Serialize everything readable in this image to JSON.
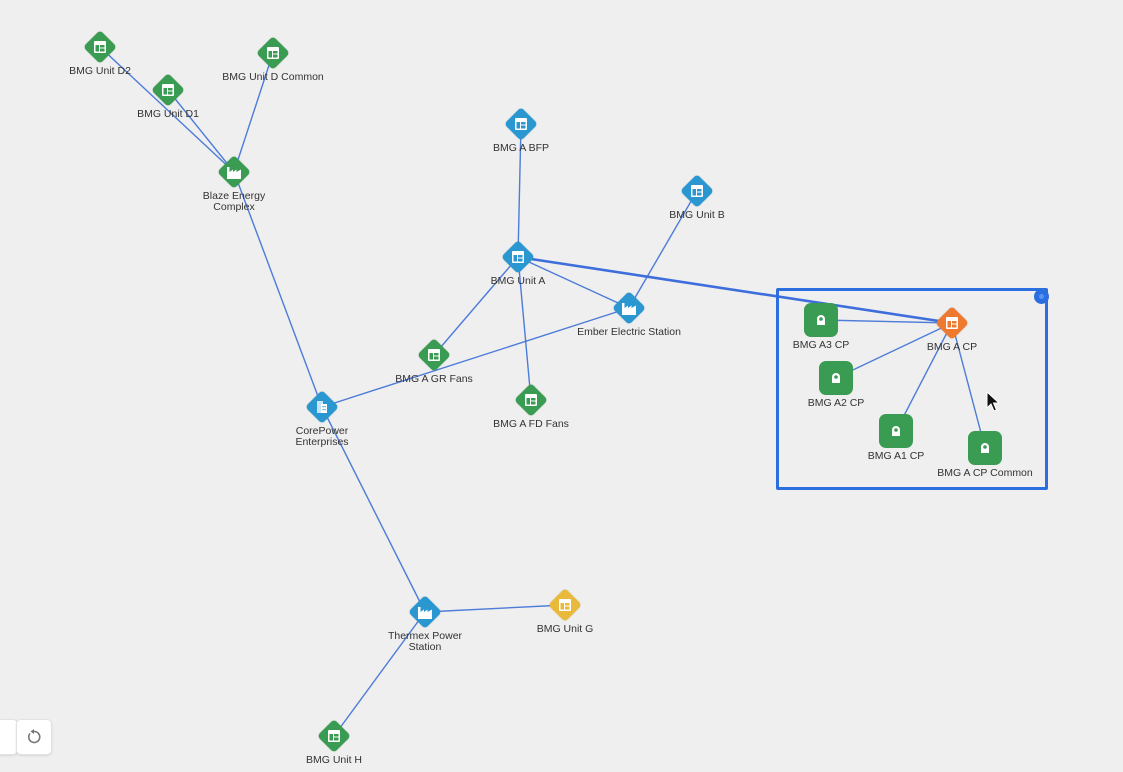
{
  "colors": {
    "green": "#3a9b52",
    "blue": "#2b97d1",
    "orange": "#ee7a2f",
    "yellow": "#e8b93a",
    "edge": "#3b6fd6",
    "edge_highlight": "#2a5fd8",
    "selection": "#2a6ee0"
  },
  "nodes": [
    {
      "id": "d2",
      "label": "BMG Unit D2",
      "shape": "diamond",
      "color": "green",
      "icon": "unit-icon"
    },
    {
      "id": "d1",
      "label": "BMG Unit D1",
      "shape": "diamond",
      "color": "green",
      "icon": "unit-icon"
    },
    {
      "id": "dcommon",
      "label": "BMG Unit D Common",
      "shape": "diamond",
      "color": "green",
      "icon": "unit-icon"
    },
    {
      "id": "blaze",
      "label": "Blaze Energy\nComplex",
      "shape": "diamond",
      "color": "green",
      "icon": "factory-icon"
    },
    {
      "id": "abfp",
      "label": "BMG A BFP",
      "shape": "diamond",
      "color": "blue",
      "icon": "unit-icon"
    },
    {
      "id": "unitb",
      "label": "BMG Unit B",
      "shape": "diamond",
      "color": "blue",
      "icon": "unit-icon"
    },
    {
      "id": "unita",
      "label": "BMG Unit A",
      "shape": "diamond",
      "color": "blue",
      "icon": "unit-icon"
    },
    {
      "id": "ember",
      "label": "Ember Electric Station",
      "shape": "diamond",
      "color": "blue",
      "icon": "factory-icon"
    },
    {
      "id": "grfans",
      "label": "BMG A GR Fans",
      "shape": "diamond",
      "color": "green",
      "icon": "unit-icon"
    },
    {
      "id": "fdfans",
      "label": "BMG A FD Fans",
      "shape": "diamond",
      "color": "green",
      "icon": "unit-icon"
    },
    {
      "id": "corepower",
      "label": "CorePower\nEnterprises",
      "shape": "diamond",
      "color": "blue",
      "icon": "building-icon"
    },
    {
      "id": "acp",
      "label": "BMG A CP",
      "shape": "diamond",
      "color": "orange",
      "icon": "unit-icon"
    },
    {
      "id": "a3cp",
      "label": "BMG A3 CP",
      "shape": "square",
      "color": "green",
      "icon": "pump-icon"
    },
    {
      "id": "a2cp",
      "label": "BMG A2 CP",
      "shape": "square",
      "color": "green",
      "icon": "pump-icon"
    },
    {
      "id": "a1cp",
      "label": "BMG A1 CP",
      "shape": "square",
      "color": "green",
      "icon": "pump-icon"
    },
    {
      "id": "acpcommon",
      "label": "BMG A CP Common",
      "shape": "square",
      "color": "green",
      "icon": "pump-icon"
    },
    {
      "id": "thermex",
      "label": "Thermex Power\nStation",
      "shape": "diamond",
      "color": "blue",
      "icon": "factory-icon"
    },
    {
      "id": "unitg",
      "label": "BMG Unit G",
      "shape": "diamond",
      "color": "yellow",
      "icon": "unit-icon"
    },
    {
      "id": "unith",
      "label": "BMG Unit H",
      "shape": "diamond",
      "color": "green",
      "icon": "unit-icon"
    }
  ],
  "edges": [
    {
      "from": "d2",
      "to": "blaze"
    },
    {
      "from": "d1",
      "to": "blaze"
    },
    {
      "from": "dcommon",
      "to": "blaze"
    },
    {
      "from": "blaze",
      "to": "corepower"
    },
    {
      "from": "abfp",
      "to": "unita"
    },
    {
      "from": "unita",
      "to": "ember"
    },
    {
      "from": "unita",
      "to": "grfans"
    },
    {
      "from": "unita",
      "to": "fdfans"
    },
    {
      "from": "unita",
      "to": "acp",
      "highlight": true
    },
    {
      "from": "unitb",
      "to": "ember"
    },
    {
      "from": "ember",
      "to": "corepower"
    },
    {
      "from": "corepower",
      "to": "thermex"
    },
    {
      "from": "thermex",
      "to": "unitg"
    },
    {
      "from": "thermex",
      "to": "unith"
    },
    {
      "from": "acp",
      "to": "a3cp"
    },
    {
      "from": "acp",
      "to": "a2cp"
    },
    {
      "from": "acp",
      "to": "a1cp"
    },
    {
      "from": "acp",
      "to": "acpcommon"
    }
  ],
  "selection": {
    "selected_node": "acp",
    "selected_count_label": "group-selection"
  },
  "toolbar": {
    "reset_icon": "reset-icon"
  }
}
